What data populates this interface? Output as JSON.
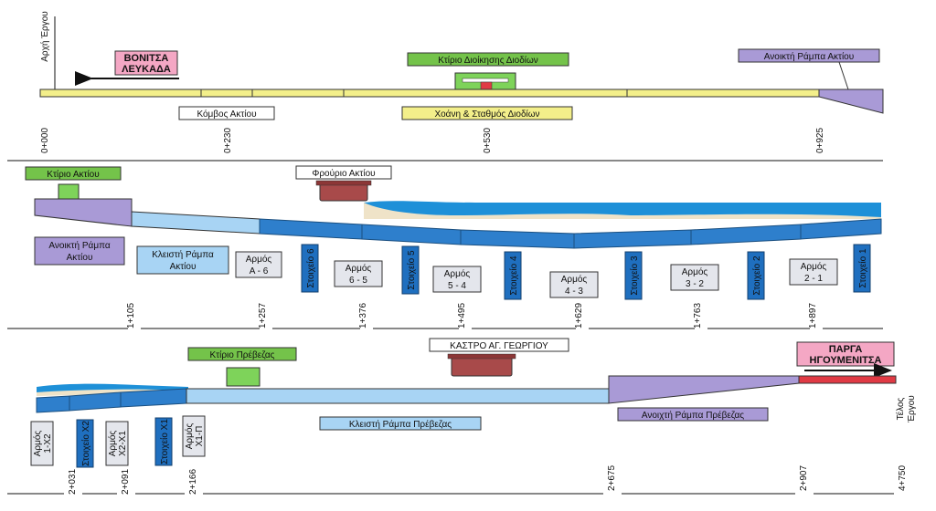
{
  "colors": {
    "yellow_road": "#f3ef8a",
    "green_label": "#74c34a",
    "green_building": "#7ed35a",
    "pink_label": "#f4a7c4",
    "red_road": "#e03a44",
    "lavender_ramp": "#a99ad6",
    "light_blue_ramp": "#a8d4f4",
    "blue_tunnel": "#2e7fcc",
    "dark_blue_segment": "#1f6fbf",
    "sea_blue": "#1e90d8",
    "sand": "#efe3c8",
    "fort": "#a84a4a",
    "joint_grey": "#e4e6ec"
  },
  "section1": {
    "start_label": "Αρχή Έργου",
    "direction_label_line1": "ΒΟΝΙΤΣΑ",
    "direction_label_line2": "ΛΕΥΚΑΔΑ",
    "toll_building_label": "Κτίριο Διοίκησης Διοδίων",
    "open_ramp_label": "Ανοικτή Ράμπα Ακτίου",
    "node_label": "Κόμβος Ακτίου",
    "toll_station_label": "Χοάνη & Σταθμός Διοδίων",
    "chainages": [
      "0+000",
      "0+230",
      "0+530",
      "0+925"
    ]
  },
  "section2": {
    "building_label": "Κτίριο Ακτίου",
    "fort_label": "Φρούριο Ακτίου",
    "open_ramp_line1": "Ανοικτή Ράμπα",
    "open_ramp_line2": "Ακτίου",
    "closed_ramp_line1": "Κλειστή Ράμπα",
    "closed_ramp_line2": "Ακτίου",
    "joints": [
      {
        "line1": "Αρμός",
        "line2": "Α - 6"
      },
      {
        "line1": "Αρμός",
        "line2": "6 - 5"
      },
      {
        "line1": "Αρμός",
        "line2": "5 - 4"
      },
      {
        "line1": "Αρμός",
        "line2": "4 - 3"
      },
      {
        "line1": "Αρμός",
        "line2": "3 - 2"
      },
      {
        "line1": "Αρμός",
        "line2": "2 - 1"
      }
    ],
    "segments": [
      "Στοιχείο 6",
      "Στοιχείο 5",
      "Στοιχείο 4",
      "Στοιχείο 3",
      "Στοιχείο 2",
      "Στοιχείο 1"
    ],
    "chainages": [
      "1+105",
      "1+257",
      "1+376",
      "1+495",
      "1+629",
      "1+763",
      "1+897"
    ]
  },
  "section3": {
    "building_label": "Κτίριο Πρέβεζας",
    "castle_label": "ΚΑΣΤΡΟ ΑΓ. ΓΕΩΡΓΙΟΥ",
    "direction_label_line1": "ΠΑΡΓΑ",
    "direction_label_line2": "ΗΓΟΥΜΕΝΙΤΣΑ",
    "closed_ramp_label": "Κλειστή Ράμπα Πρέβεζας",
    "open_ramp_label": "Ανοιχτή Ράμπα Πρέβεζας",
    "end_label_line1": "Τέλος",
    "end_label_line2": "Έργου",
    "joints": [
      {
        "line1": "Αρμός",
        "line2": "1-Χ2"
      },
      {
        "line1": "Αρμός",
        "line2": "Χ2-Χ1"
      },
      {
        "line1": "Αρμός",
        "line2": "Χ1-Π"
      }
    ],
    "segments": [
      "Στοιχείο Χ2",
      "Στοιχείο Χ1"
    ],
    "chainages": [
      "2+031",
      "2+091",
      "2+166",
      "2+675",
      "2+907",
      "4+750"
    ]
  }
}
